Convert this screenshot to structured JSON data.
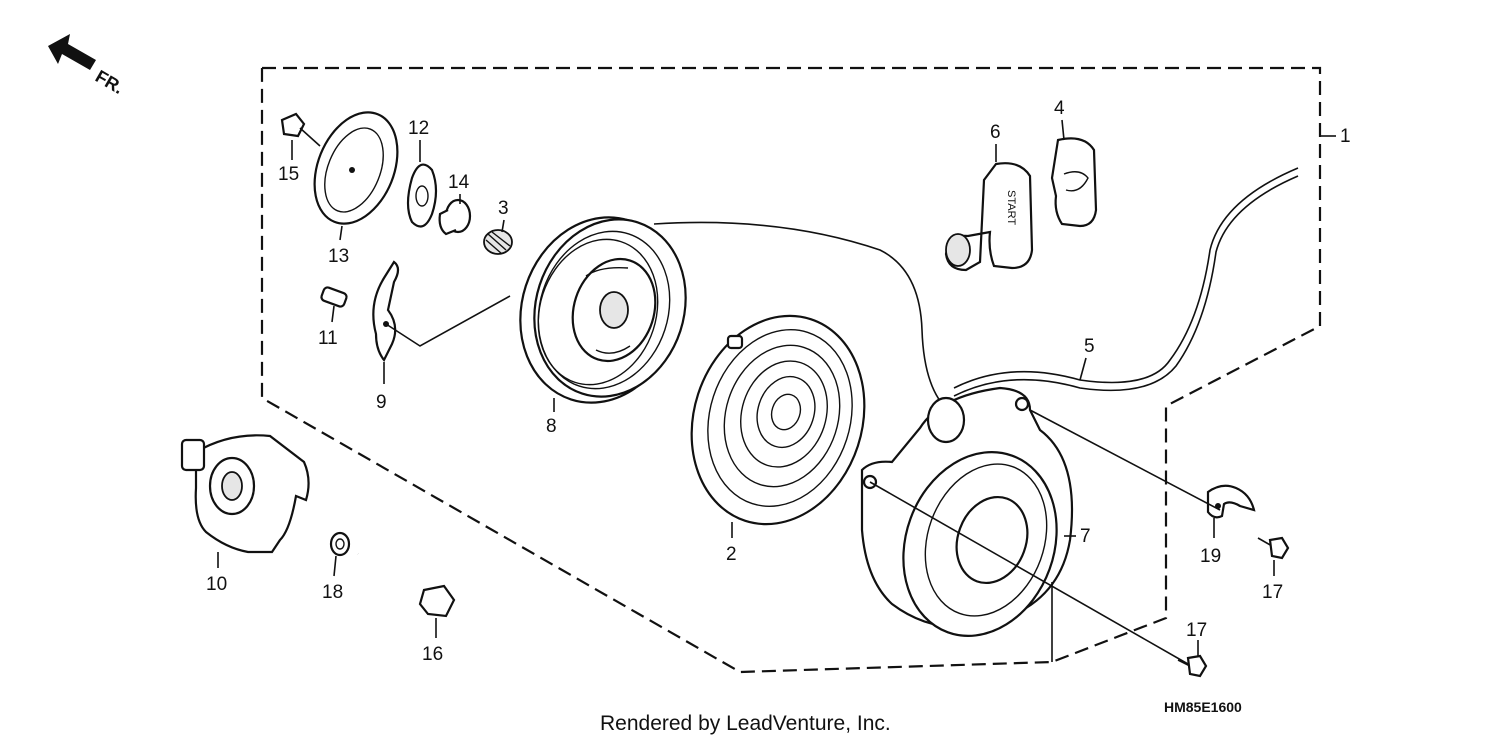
{
  "direction_label": "FR.",
  "callouts": {
    "c1": "1",
    "c2": "2",
    "c3": "3",
    "c4": "4",
    "c5": "5",
    "c6": "6",
    "c7": "7",
    "c8": "8",
    "c9": "9",
    "c10": "10",
    "c11": "11",
    "c12": "12",
    "c13": "13",
    "c14": "14",
    "c15": "15",
    "c16": "16",
    "c17a": "17",
    "c17b": "17",
    "c18": "18",
    "c19": "19"
  },
  "diagram_code": "HM85E1600",
  "credit": "Rendered by LeadVenture, Inc.",
  "handle_text": "START"
}
